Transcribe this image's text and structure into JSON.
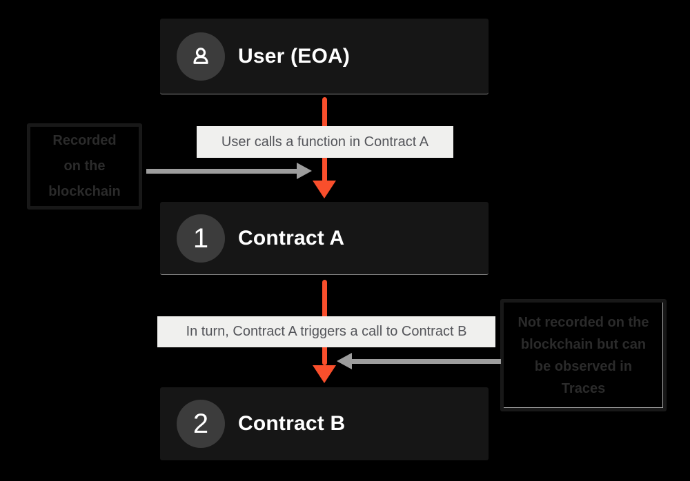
{
  "diagram_title": "Contract call flow",
  "colors": {
    "background": "#000000",
    "node_bg": "#161616",
    "node_badge_bg": "#3c3c3c",
    "node_text": "#ffffff",
    "edge_label_bg": "#f0f0ee",
    "edge_label_text": "#54555a",
    "arrow_orange": "#f94f2c",
    "arrow_gray": "#9d9d9d",
    "callout_text": "#2b2b2b"
  },
  "nodes": [
    {
      "id": "user",
      "label": "User (EOA)",
      "icon": "user-icon"
    },
    {
      "id": "contract-a",
      "label": "Contract A",
      "badge": "1"
    },
    {
      "id": "contract-b",
      "label": "Contract B",
      "badge": "2"
    }
  ],
  "edges": [
    {
      "from": "user",
      "to": "contract-a",
      "label": "User calls a function in Contract A"
    },
    {
      "from": "contract-a",
      "to": "contract-b",
      "label": "In turn, Contract A triggers a call to Contract B"
    }
  ],
  "callouts": {
    "left": {
      "text": "Recorded on the blockchain",
      "lines": [
        "Recorded",
        "on the",
        "blockchain"
      ]
    },
    "right": {
      "text": "Not recorded on the blockchain but can be observed in Traces",
      "lines": [
        "Not recorded on the",
        "blockchain but can",
        "be observed in",
        "Traces"
      ]
    }
  }
}
